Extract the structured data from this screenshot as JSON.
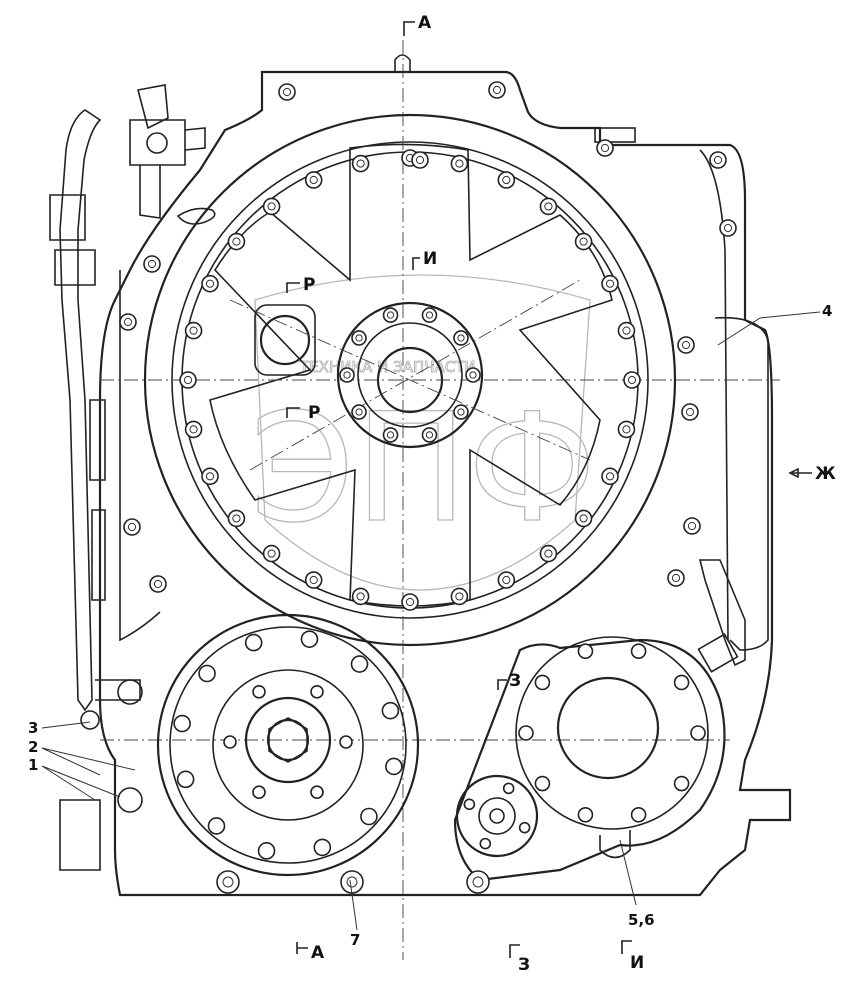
{
  "sections": {
    "a_top": "А",
    "a_bottom": "А",
    "i_top": "И",
    "i_bottom": "И",
    "r_upper": "Р",
    "r_lower": "Р",
    "z_small": "З",
    "z_bottom": "З",
    "zh_arrow": "Ж"
  },
  "callouts": {
    "c1": "1",
    "c2": "2",
    "c3": "3",
    "c4": "4",
    "c56": "5,6",
    "c7": "7"
  },
  "watermark": {
    "logo_text": "ЭПФ",
    "tagline": "ТЕХНИКА И ЗАПЧАСТИ"
  }
}
